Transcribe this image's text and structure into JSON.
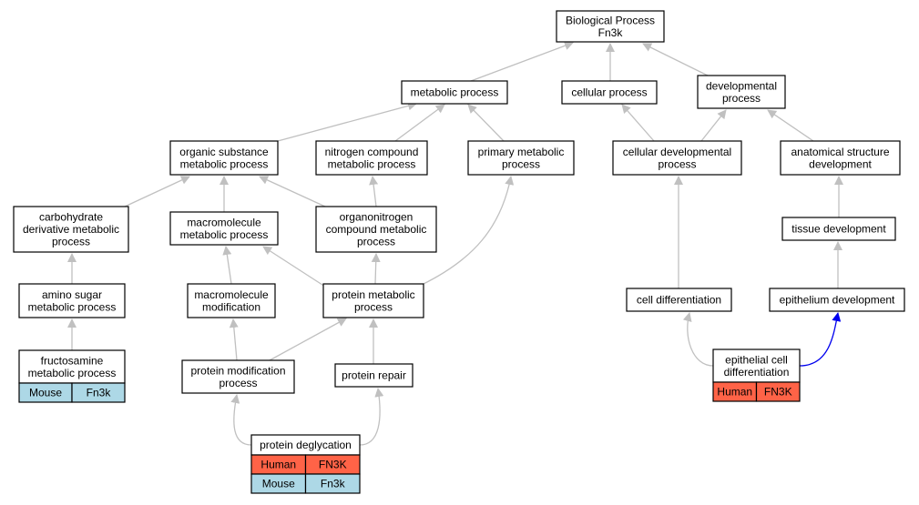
{
  "colors": {
    "human": "#ff6347",
    "mouse": "#add8e6",
    "edge": "#c0c0c0",
    "highlight_edge": "#0000ee"
  },
  "nodes": {
    "bp": [
      "Biological Process",
      "Fn3k"
    ],
    "metabolic": [
      "metabolic process"
    ],
    "cellular": [
      "cellular process"
    ],
    "developmental": [
      "developmental",
      "process"
    ],
    "organic": [
      "organic substance",
      "metabolic process"
    ],
    "nitrogen": [
      "nitrogen compound",
      "metabolic process"
    ],
    "primary": [
      "primary metabolic",
      "process"
    ],
    "celldev": [
      "cellular developmental",
      "process"
    ],
    "anatomical": [
      "anatomical structure",
      "development"
    ],
    "carbohydrate": [
      "carbohydrate",
      "derivative metabolic",
      "process"
    ],
    "macromolecule": [
      "macromolecule",
      "metabolic process"
    ],
    "organonitrogen": [
      "organonitrogen",
      "compound metabolic",
      "process"
    ],
    "tissue": [
      "tissue development"
    ],
    "aminosugar": [
      "amino sugar",
      "metabolic process"
    ],
    "macromod": [
      "macromolecule",
      "modification"
    ],
    "proteinmeta": [
      "protein metabolic",
      "process"
    ],
    "celldiff": [
      "cell differentiation"
    ],
    "epidev": [
      "epithelium development"
    ],
    "fructosamine": [
      "fructosamine",
      "metabolic process"
    ],
    "protmod": [
      "protein modification",
      "process"
    ],
    "protrepair": [
      "protein repair"
    ],
    "epicelldiff": [
      "epithelial cell",
      "differentiation"
    ],
    "deglycation": [
      "protein deglycation"
    ]
  },
  "annotations": {
    "fructosamine": [
      [
        "Mouse",
        "Fn3k"
      ]
    ],
    "epicelldiff": [
      [
        "Human",
        "FN3K"
      ]
    ],
    "deglycation": [
      [
        "Human",
        "FN3K"
      ],
      [
        "Mouse",
        "Fn3k"
      ]
    ]
  }
}
